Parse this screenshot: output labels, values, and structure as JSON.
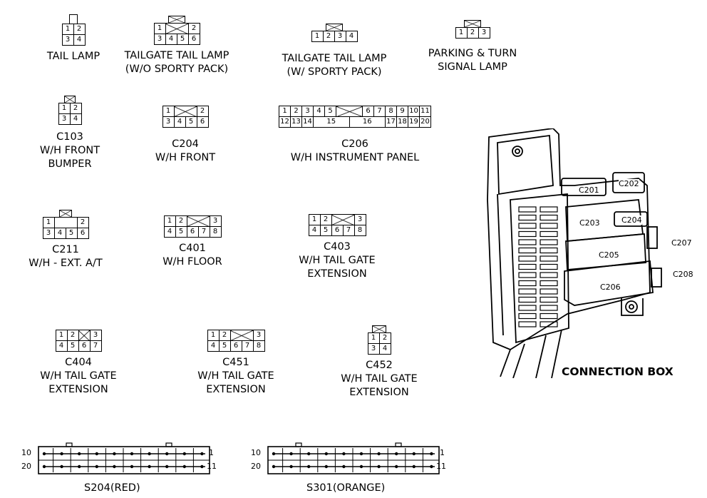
{
  "connectors": {
    "tail_lamp": {
      "caption": "TAIL LAMP",
      "row1": [
        "1",
        "2"
      ],
      "row2": [
        "3",
        "4"
      ]
    },
    "tailgate_wo": {
      "caption1": "TAILGATE TAIL LAMP",
      "caption2": "(W/O SPORTY PACK)",
      "row1": [
        "1",
        "2"
      ],
      "row2": [
        "3",
        "4",
        "5",
        "6"
      ]
    },
    "tailgate_w": {
      "caption1": "TAILGATE TAIL LAMP",
      "caption2": "(W/ SPORTY PACK)",
      "row1": [
        "1",
        "2",
        "3",
        "4"
      ]
    },
    "parking": {
      "caption1": "PARKING & TURN",
      "caption2": "SIGNAL LAMP",
      "row1": [
        "1",
        "2",
        "3"
      ]
    },
    "c103": {
      "code": "C103",
      "caption1": "W/H FRONT",
      "caption2": "BUMPER",
      "row1": [
        "1",
        "2"
      ],
      "row2": [
        "3",
        "4"
      ]
    },
    "c204": {
      "code": "C204",
      "caption1": "W/H FRONT",
      "row1": [
        "1",
        "2"
      ],
      "row2": [
        "3",
        "4",
        "5",
        "6"
      ]
    },
    "c206": {
      "code": "C206",
      "caption1": "W/H INSTRUMENT PANEL",
      "row1": [
        "1",
        "2",
        "3",
        "4",
        "5",
        "6",
        "7",
        "8",
        "9",
        "10",
        "11"
      ],
      "row2": [
        "12",
        "13",
        "14",
        "15",
        "16",
        "17",
        "18",
        "19",
        "20"
      ]
    },
    "c211": {
      "code": "C211",
      "caption1": "W/H - EXT. A/T",
      "row1": [
        "1",
        "2"
      ],
      "row2": [
        "3",
        "4",
        "5",
        "6"
      ]
    },
    "c401": {
      "code": "C401",
      "caption1": "W/H FLOOR",
      "row1": [
        "1",
        "2",
        "3"
      ],
      "row2": [
        "4",
        "5",
        "6",
        "7",
        "8"
      ]
    },
    "c403": {
      "code": "C403",
      "caption1": "W/H TAIL GATE",
      "caption2": "EXTENSION",
      "row1": [
        "1",
        "2",
        "3"
      ],
      "row2": [
        "4",
        "5",
        "6",
        "7",
        "8"
      ]
    },
    "c404": {
      "code": "C404",
      "caption1": "W/H TAIL GATE",
      "caption2": "EXTENSION",
      "row1": [
        "1",
        "2",
        "3"
      ],
      "row2": [
        "4",
        "5",
        "6",
        "7"
      ]
    },
    "c451": {
      "code": "C451",
      "caption1": "W/H TAIL GATE",
      "caption2": "EXTENSION",
      "row1": [
        "1",
        "2",
        "3"
      ],
      "row2": [
        "4",
        "5",
        "6",
        "7",
        "8"
      ]
    },
    "c452": {
      "code": "C452",
      "caption1": "W/H TAIL GATE",
      "caption2": "EXTENSION",
      "row1": [
        "1",
        "2"
      ],
      "row2": [
        "3",
        "4"
      ]
    }
  },
  "splices": {
    "s204": {
      "label": "S204(RED)",
      "left_top": "10",
      "left_bottom": "20",
      "right_top": "1",
      "right_bottom": "11"
    },
    "s301": {
      "label": "S301(ORANGE)",
      "left_top": "10",
      "left_bottom": "20",
      "right_top": "1",
      "right_bottom": "11"
    }
  },
  "connection_box": {
    "title": "CONNECTION BOX",
    "labels": [
      "C201",
      "C202",
      "C203",
      "C204",
      "C205",
      "C206",
      "C207",
      "C208"
    ]
  }
}
